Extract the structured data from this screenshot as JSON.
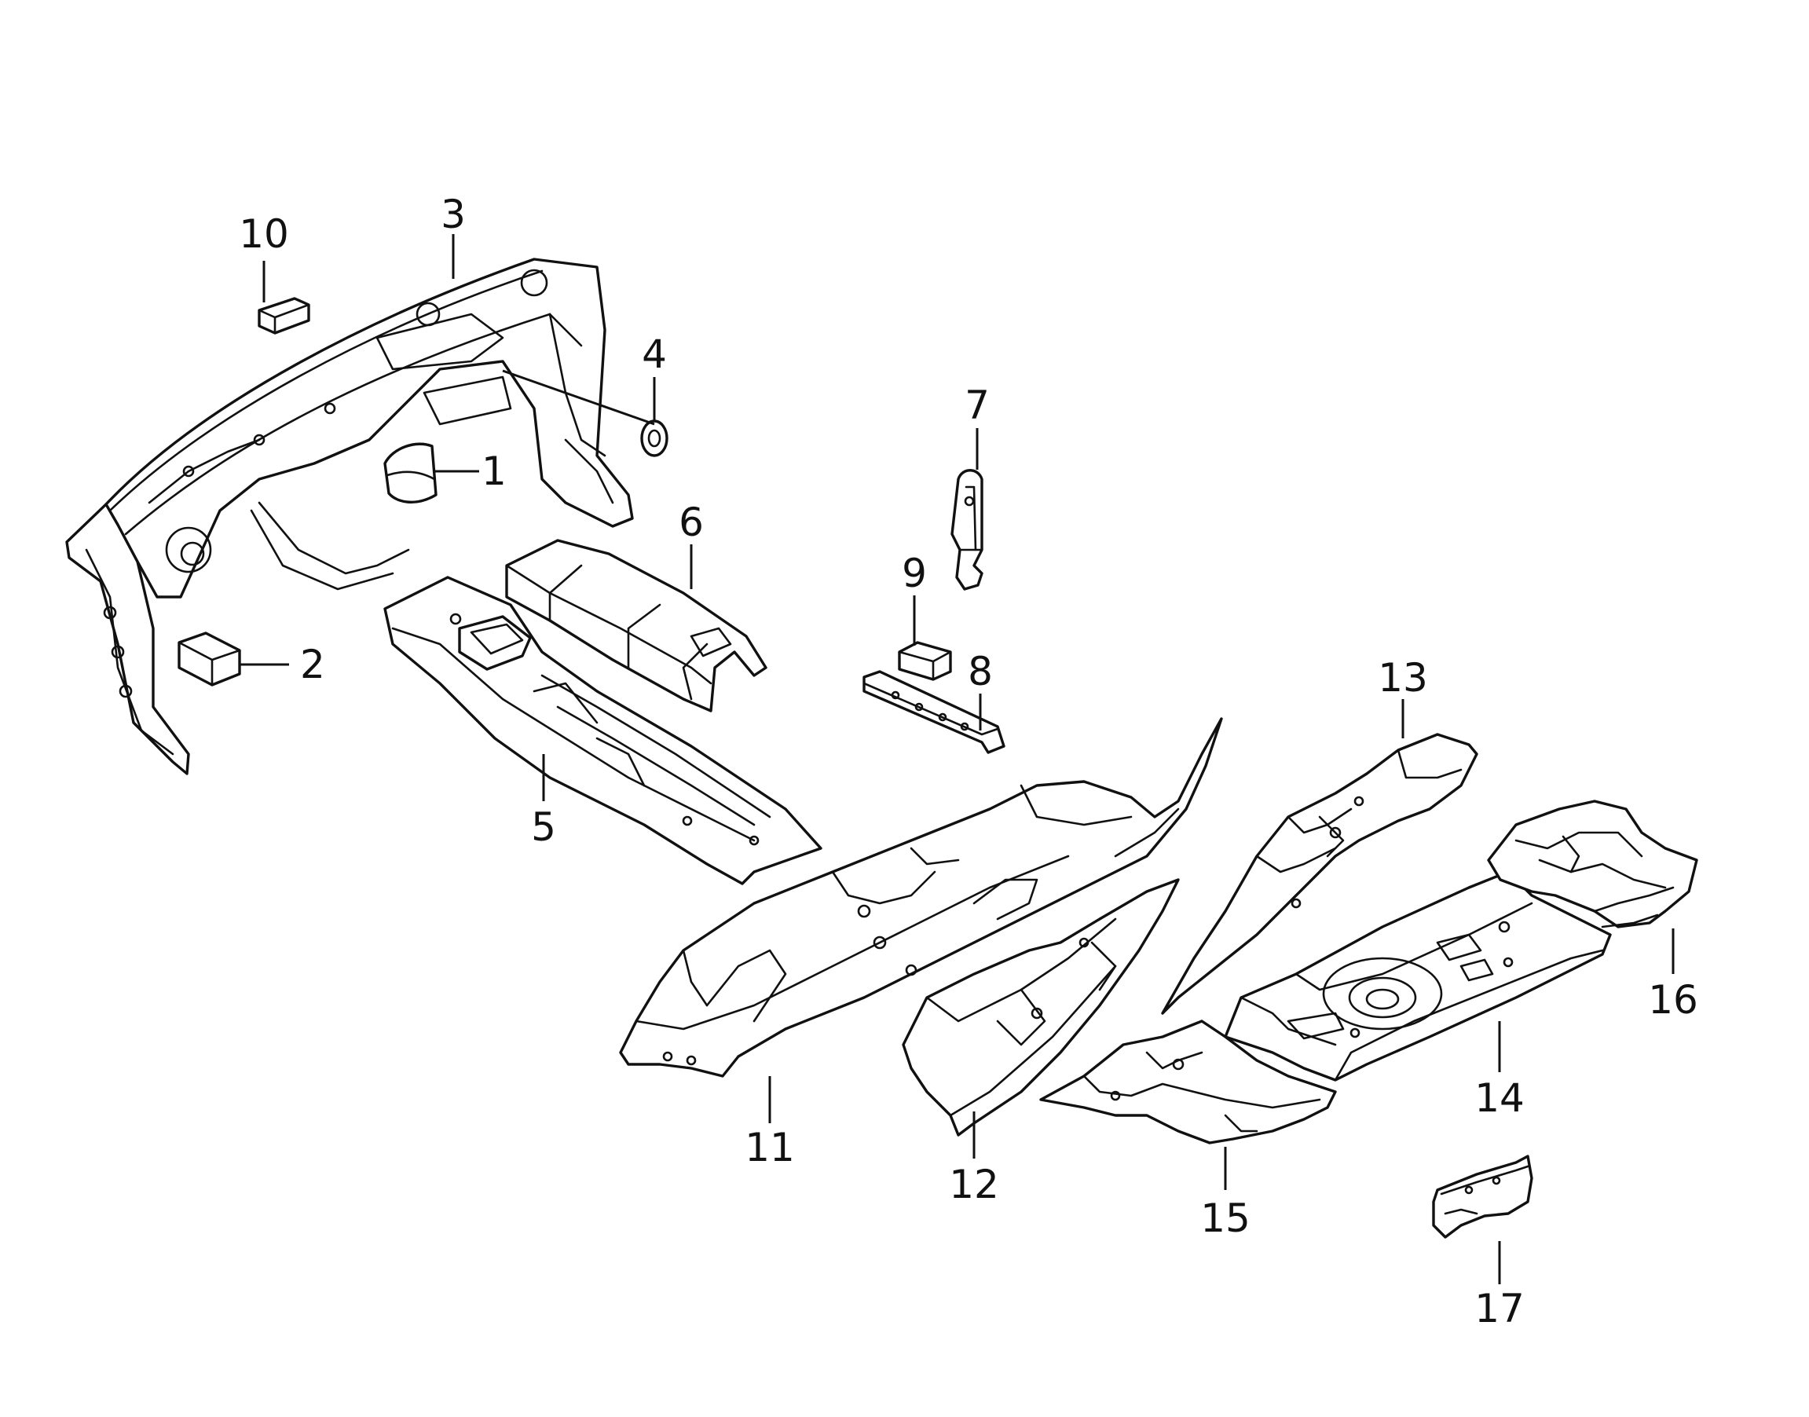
{
  "diagram": {
    "type": "exploded-parts-diagram",
    "colors": {
      "background": "#ffffff",
      "line": "#111111"
    },
    "callouts": [
      "1",
      "2",
      "3",
      "4",
      "5",
      "6",
      "7",
      "8",
      "9",
      "10",
      "11",
      "12",
      "13",
      "14",
      "15",
      "16",
      "17"
    ]
  }
}
